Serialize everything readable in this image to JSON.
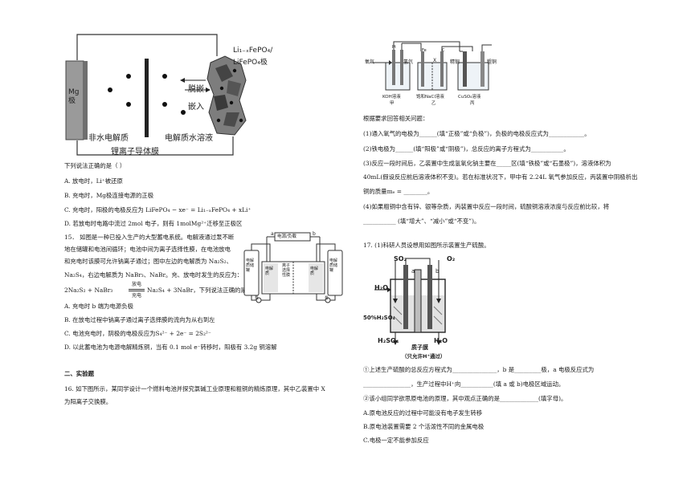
{
  "fig1": {
    "electrode_left": "Mg极",
    "electrode_right_1": "Li₁₋ₓFePO₄/",
    "electrode_right_2": "LiFePO₄极",
    "deintercalate": "脱嵌",
    "intercalate": "嵌入",
    "nonaqueous": "非水电解质",
    "aqueous": "电解质水溶液",
    "membrane": "锂离子导体膜"
  },
  "q14": {
    "prompt": "下列说法正确的是（    ）",
    "a": "A. 放电时，Li⁺被还原",
    "b": "B. 充电时，Mg极连接电源的正极",
    "c": "C. 充电时，阳极的电极反应为 LiFePO₄ − xe⁻ = Li₁₋ₓFePO₄ + xLi⁺",
    "d": "D. 若放电时电路中流过 2mol 电子，则有 1molMg²⁺迁移至正极区"
  },
  "q15": {
    "line1": "15．  如图是一种已投入生产的大型蓄电系统。电解液通过泵不断",
    "line2": "地在储罐和电池间循环；电池中间为离子选择性膜，在电池放电",
    "line3": "和充电时该膜可允许钠离子通过；图中左边的电解质为 Na₂S₂、",
    "line4": "Na₂S₄，右边电解质为 NaBr₃、NaBr。充、放电时发生的反应为：",
    "eq_left": "2Na₂S₂ + NaBr₃",
    "eq_top": "放电",
    "eq_bottom": "充电",
    "eq_right": "Na₂S₄ + 3NaBr，下列说法正确的是(    )",
    "a": "A. 充电时 b 端为电源负极",
    "b": "B. 在放电过程中钠离子通过离子选择膜的流向为从右到左",
    "c": "C. 电池充电时，阴极的电极反应为S₄²⁻ + 2e⁻ = 2S₂²⁻",
    "d": "D. 以此蓄电池为电源电解精炼铜，当有 0.1 mol e⁻转移时，阳极有 3.2g 铜溶解",
    "fig_terminal": "电源/负载",
    "fig_a": "a",
    "fig_b": "b",
    "fig_tank_left": "电解质储罐",
    "fig_cell_left": "电解质",
    "fig_membrane": "离子选择性膜",
    "fig_cell_right": "电解质",
    "fig_tank_right": "电解质储罐",
    "fig_pump": "泵"
  },
  "section2": {
    "title": "二、实验题"
  },
  "q16": {
    "line1": "16.   如下图所示，某同学设计一个燃料电池并探究氯碱工业原理和粗铜的精炼原理，其中乙装置中 X",
    "line2": "为阳离子交换膜。",
    "fig_o2": "氧气",
    "fig_h2": "氢气",
    "fig_fe": "Fe",
    "fig_c": "C",
    "fig_x": "X",
    "fig_pure_cu": "精铜",
    "fig_crude_cu": "粗铜",
    "fig_pt": "Pt",
    "fig_koh": "KOH溶液",
    "fig_nacl": "饱和NaCl溶液",
    "fig_cuso4": "CuSO₄溶液",
    "fig_jia": "甲",
    "fig_yi": "乙",
    "fig_bing": "丙",
    "intro": "根据要求回答相关问题：",
    "p1": "(1)通入氧气的电极为______(填“正极”或“负极”)，负极的电极反应式为____________。",
    "p2": "(2)铁电极为______(填“阳极”或“阴极”)，总反应的离子方程式为___________。",
    "p3a": "(3)反应一段时间后，乙装置中生成氢氧化钠主要在_____区(填“铁极”或“石墨极”)，溶液体积为",
    "p3b": "40mL(假设反应前后溶液体积不变)。若在标准状况下，甲中有 2.24L 氧气参加反应，丙装置中阴极析出",
    "p3c": "铜的质量mₑ = ________。",
    "p4a": "(4)如果粗铜中含有锌、银等杂质，丙装置中反应一段时间，硫酸铜溶液浓度与反应前比较，将",
    "p4b": "___________ (填“增大”、“减小”或“不变”)。"
  },
  "q17": {
    "line1": "17.    (1)科研人员设想用如图所示装置生产硫酸。",
    "fig_so2": "SO₂",
    "fig_o2": "O₂",
    "fig_h2o_top": "H₂O",
    "fig_a": "a",
    "fig_b": "b",
    "fig_h2so4_50": "50%H₂SO₄",
    "fig_h2so4": "H₂SO₄",
    "fig_h2o_bottom": "H₂O",
    "fig_membrane": "质子膜",
    "fig_membrane_note": "（只允许H⁺通过）",
    "q1a": "①上述生产硫酸的总反应方程式为_______________，b 是_________极，a 电极反应式为",
    "q1b": "________________，生产过程中H⁺向___________(填 a 或 b)电极区域运动。",
    "q2": "②该小组同学欲思原电池的原理，其中观点正确的是_____________(填字母)。",
    "optA": "A.原电池反应的过程中可能没有电子发生转移",
    "optB": "B.原电池装置需要 2 个活泼性不同的金属电极",
    "optC": "C.电极一定不能参加反应"
  }
}
